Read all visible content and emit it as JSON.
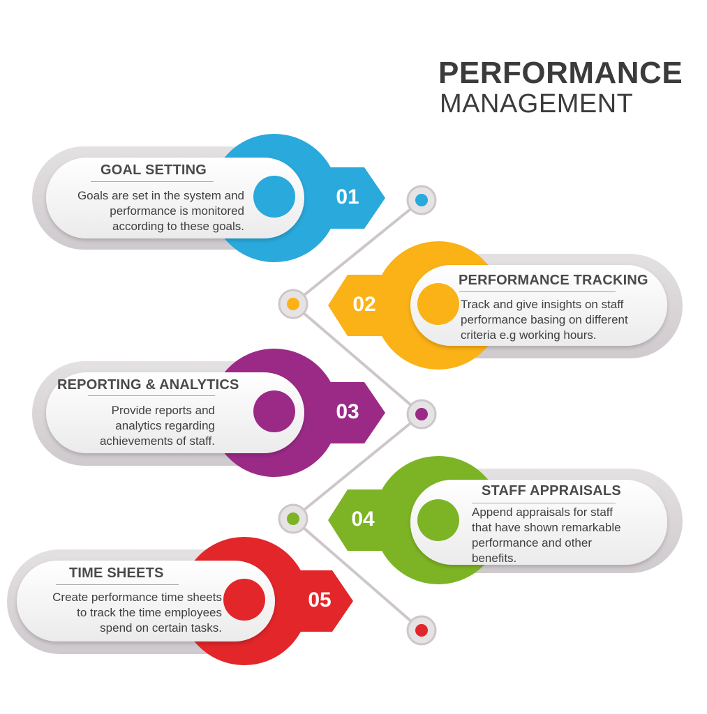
{
  "title": {
    "main": "PERFORMANCE",
    "sub": "MANAGEMENT"
  },
  "colors": {
    "step1": "#29a9dc",
    "step2": "#fbb216",
    "step3": "#9b2a87",
    "step4": "#7db425",
    "step5": "#e2262a",
    "connector": "#c9c2c6",
    "card": "#eeecee"
  },
  "steps": [
    {
      "number": "01",
      "title": "GOAL SETTING",
      "lines": [
        "Goals are set in the system and",
        "performance is monitored",
        "according to these goals."
      ]
    },
    {
      "number": "02",
      "title": "PERFORMANCE TRACKING",
      "lines": [
        "Track and give insights on staff",
        "performance basing on different",
        "criteria e.g working hours."
      ]
    },
    {
      "number": "03",
      "title": "REPORTING & ANALYTICS",
      "lines": [
        "Provide reports and",
        "analytics regarding",
        "achievements of staff."
      ]
    },
    {
      "number": "04",
      "title": "STAFF APPRAISALS",
      "lines": [
        "Append appraisals for staff",
        "that have shown remarkable",
        "performance and other",
        "benefits."
      ]
    },
    {
      "number": "05",
      "title": "TIME SHEETS",
      "lines": [
        "Create performance time sheets",
        "to track the time employees",
        "spend on certain tasks."
      ]
    }
  ]
}
